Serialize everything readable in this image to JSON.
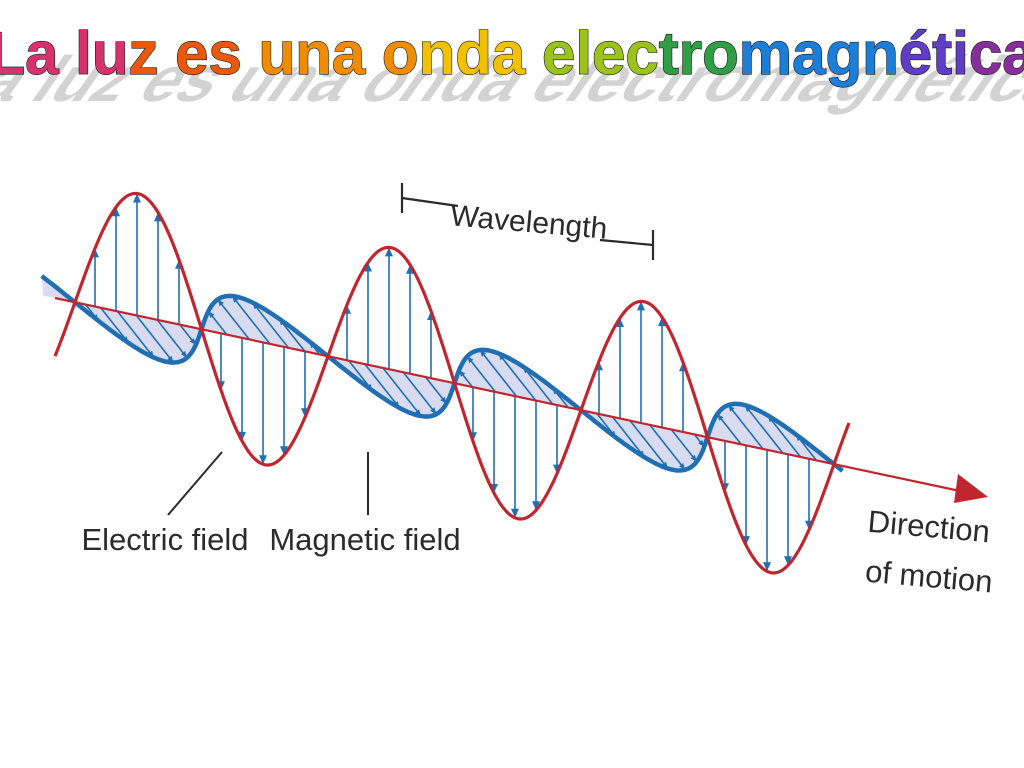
{
  "title": {
    "text": "La luz es una onda electromagnética",
    "colors": [
      "#d6336c",
      "#e8590c",
      "#f08c00",
      "#f2c200",
      "#9cc31c",
      "#2f9e44",
      "#1c7ed6",
      "#5f3dc4",
      "#862e9c"
    ]
  },
  "diagram": {
    "wavelength_label": "Wavelength",
    "electric_field_label": "Electric field",
    "magnetic_field_label": "Magnetic field",
    "direction_label_line1": "Direction",
    "direction_label_line2": "of motion",
    "electric_color": "#c0262f",
    "magnetic_color": "#1f6fb2",
    "magnetic_fill": "#d9dcf0",
    "axis_color": "#c0262f",
    "label_color": "#2b2b2b"
  }
}
